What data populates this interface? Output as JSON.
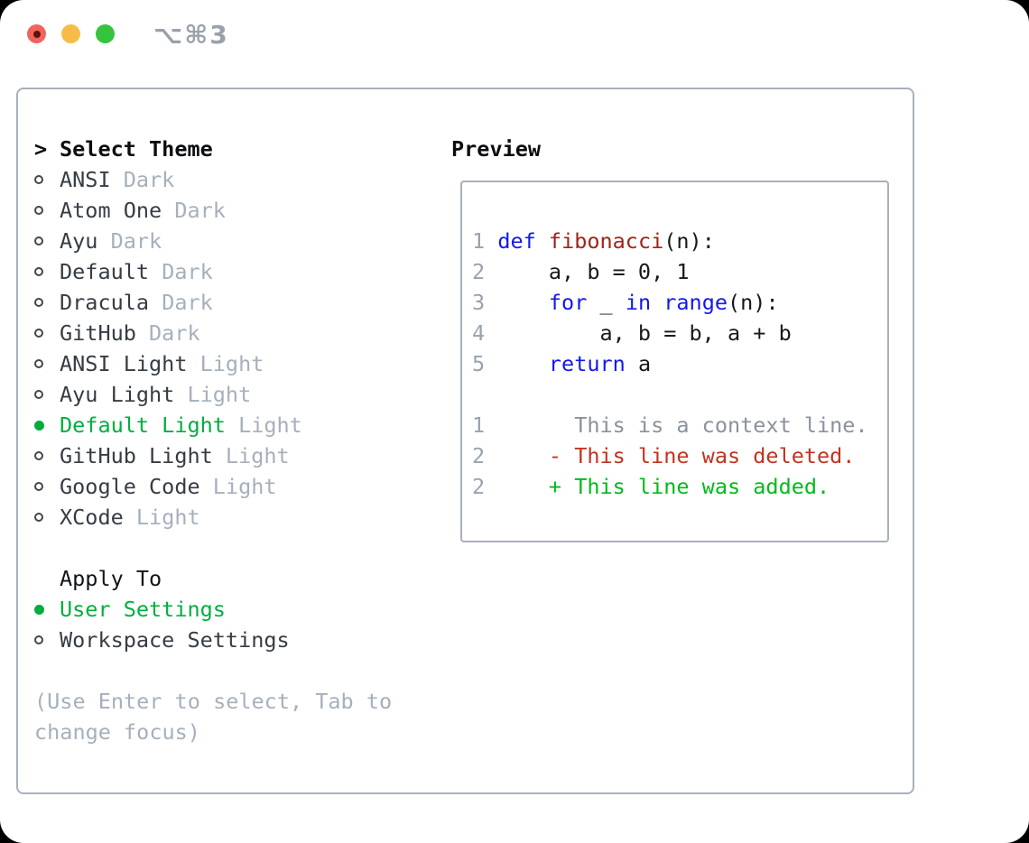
{
  "window": {
    "shortcut": "⌥⌘3"
  },
  "colors": {
    "border": "#a9b0ba",
    "green": "#00ae3e",
    "name": "#363c44",
    "dim": "#a6b0bc",
    "kw": "#1317ef",
    "fn": "#a02418",
    "plain": "#16191d",
    "lnum": "#98a3b0",
    "ctx": "#8a929d",
    "del": "#c2331f",
    "add": "#00bb1a",
    "title": "#0b0d10",
    "radio": "#42474e",
    "shortcut": "#9aa1ab",
    "tl-red": "#f0645c",
    "tl-red-dot": "#5f1210",
    "tl-yellow": "#f5bd47",
    "tl-green": "#36c33e"
  },
  "theme_panel": {
    "title_marker": ">",
    "title": "Select Theme",
    "items": [
      {
        "name": "ANSI",
        "variant": "Dark",
        "selected": false
      },
      {
        "name": "Atom One",
        "variant": "Dark",
        "selected": false
      },
      {
        "name": "Ayu",
        "variant": "Dark",
        "selected": false
      },
      {
        "name": "Default",
        "variant": "Dark",
        "selected": false
      },
      {
        "name": "Dracula",
        "variant": "Dark",
        "selected": false
      },
      {
        "name": "GitHub",
        "variant": "Dark",
        "selected": false
      },
      {
        "name": "ANSI Light",
        "variant": "Light",
        "selected": false
      },
      {
        "name": "Ayu Light",
        "variant": "Light",
        "selected": false
      },
      {
        "name": "Default Light",
        "variant": "Light",
        "selected": true
      },
      {
        "name": "GitHub Light",
        "variant": "Light",
        "selected": false
      },
      {
        "name": "Google Code",
        "variant": "Light",
        "selected": false
      },
      {
        "name": "XCode",
        "variant": "Light",
        "selected": false
      }
    ],
    "apply_to": {
      "title": "Apply To",
      "options": [
        {
          "label": "User Settings",
          "selected": true
        },
        {
          "label": "Workspace Settings",
          "selected": false
        }
      ]
    },
    "help_lines": [
      "(Use Enter to select, Tab to",
      "change focus)"
    ]
  },
  "preview": {
    "title": "Preview",
    "lines": [
      {
        "num": "",
        "segments": []
      },
      {
        "num": "1",
        "segments": [
          [
            "p",
            " "
          ],
          [
            "k",
            "def"
          ],
          [
            "p",
            " "
          ],
          [
            "f",
            "fibonacci"
          ],
          [
            "p",
            "(n):"
          ]
        ]
      },
      {
        "num": "2",
        "segments": [
          [
            "p",
            "     a, b = 0, 1"
          ]
        ]
      },
      {
        "num": "3",
        "segments": [
          [
            "p",
            "     "
          ],
          [
            "k",
            "for"
          ],
          [
            "p",
            " _ "
          ],
          [
            "k",
            "in"
          ],
          [
            "p",
            " "
          ],
          [
            "k",
            "range"
          ],
          [
            "p",
            "(n):"
          ]
        ]
      },
      {
        "num": "4",
        "segments": [
          [
            "p",
            "         a, b = b, a + b"
          ]
        ]
      },
      {
        "num": "5",
        "segments": [
          [
            "p",
            "     "
          ],
          [
            "k",
            "return"
          ],
          [
            "p",
            " a"
          ]
        ]
      },
      {
        "num": "",
        "segments": []
      },
      {
        "num": "1",
        "segments": [
          [
            "c",
            "       This is a context line."
          ]
        ]
      },
      {
        "num": "2",
        "segments": [
          [
            "d",
            "     - This line was deleted."
          ]
        ]
      },
      {
        "num": "2",
        "segments": [
          [
            "a",
            "     + This line was added."
          ]
        ]
      }
    ]
  }
}
